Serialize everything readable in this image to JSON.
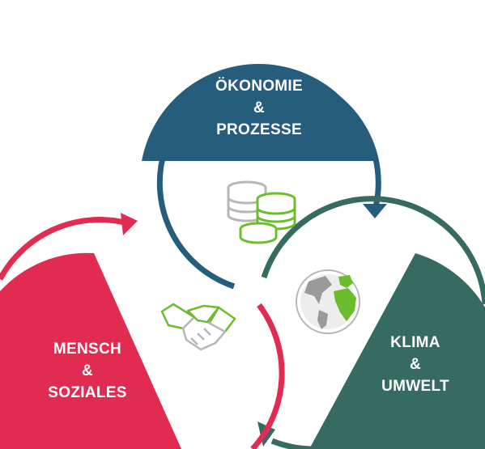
{
  "sections": {
    "economy": {
      "line1": "ÖKONOMIE",
      "amp": "&",
      "line2": "PROZESSE",
      "icon": "coins-stack-icon"
    },
    "climate": {
      "line1": "KLIMA",
      "amp": "&",
      "line2": "UMWELT",
      "icon": "globe-icon"
    },
    "social": {
      "line1": "MENSCH",
      "amp": "&",
      "line2": "SOZIALES",
      "icon": "handshake-icon"
    }
  },
  "colors": {
    "economy": "#275d7c",
    "climate": "#356b60",
    "social": "#e22b50",
    "icon_gray": "#b7b7b7",
    "icon_green": "#6cbd2e",
    "background": "#ffffff"
  }
}
